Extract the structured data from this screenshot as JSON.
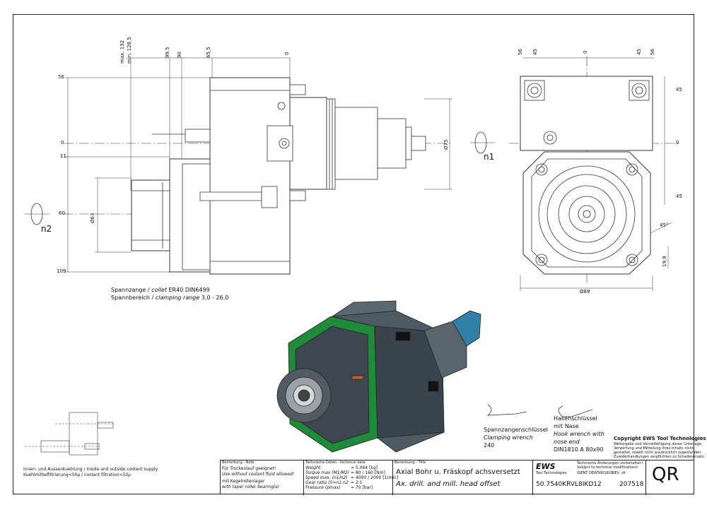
{
  "dimensions_side": {
    "top_labels": [
      "max. 132",
      "min. 128,5",
      "99,5",
      "90",
      "65,5",
      "0"
    ],
    "left_labels": [
      "56",
      "0",
      "11",
      "60",
      "109"
    ],
    "diameter_right": "Ø75",
    "diameter_left": "Ø63",
    "rotation_right": "n1",
    "rotation_left": "n2"
  },
  "dimensions_front": {
    "top_labels": [
      "56",
      "45",
      "0",
      "45",
      "56"
    ],
    "right_labels": [
      "45",
      "0",
      "45"
    ],
    "angle": "45°",
    "height": "19,9",
    "bottom": "Ø89"
  },
  "collet": {
    "line1_de": "Spannzange /",
    "line1_en": "collet",
    "line1_val": "ER40    DIN6499",
    "line2_de": "Spannbereich /",
    "line2_en": "clamping range",
    "line2_val": "3,0 - 26,0"
  },
  "wrenches": {
    "w1_de": "Spannzangenschlüssel",
    "w1_en": "Clamping wrench",
    "w1_val": "240",
    "w2_de1": "Hakenschlüssel",
    "w2_de2": "mit Nase",
    "w2_en1": "Hook wrench with",
    "w2_en2": "nose end",
    "w2_val": "DIN1810  A  80x90"
  },
  "copyright": {
    "title": "Copyright EWS Tool Technologies",
    "l1": "Weitergabe und Vervielfältigung dieser Unterlage,",
    "l2": "Verwertung und Mitteilung ihres Inhalts nicht",
    "l3": "gestattet, soweit nicht ausdrücklich zugestanden.",
    "l4": "Zuwiderhandlungen verpflichten zu Schadenersatz."
  },
  "coolant": {
    "l1": "Innen- und Aussenkuehlung / Inside and outside coolant supply",
    "l2": "Kuehlmittelfiltrierung<50μ / coolant filtration<50μ"
  },
  "title_block": {
    "notes_header": "Bemerkung - Note",
    "note1_de": "Für Trockenlauf geeignet!",
    "note1_en": "Use without coolant fluid allowed!",
    "note2_de": "mit Kegelrollenlager",
    "note2_en": "with taper roller bearing(s)",
    "tech_header": "Technische Daten - technical data",
    "tech_rows": [
      {
        "label": "Weight",
        "value": "= 5.064 [kg]"
      },
      {
        "label": "Torque max (M1/M2)",
        "value": "= 80 / 160 [Nm]"
      },
      {
        "label": "Speed max. (n1/n2)",
        "value": "= 4000 / 2000 [1/min]"
      },
      {
        "label": "Gear ratio (i)=n1:n2",
        "value": "= 2:1"
      },
      {
        "label": "Pressure  (pmax)",
        "value": "= 70 [bar]"
      }
    ],
    "title_header": "Benennung - Title",
    "title_de": "Axial Bohr u. Fräskopf achsversetzt",
    "title_en": "Ax. drill. and mill. head offset",
    "logo": "EWS",
    "logo_sub": "Tool Technologies",
    "change_note1": "Technische Änderungen vorbehalten!",
    "change_note2": "Subject to technical modifications!",
    "ident": "IDENT  DEW5061601",
    "rev": "REV  -/A",
    "part_no": "50.7540KRVL8IKD12",
    "drawing_no": "207518",
    "qr": "QR"
  }
}
